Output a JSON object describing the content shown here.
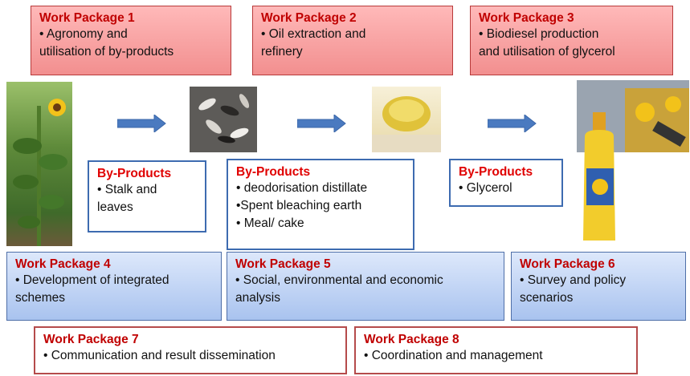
{
  "work_packages": {
    "wp1": {
      "title": "Work Package 1",
      "body": "• Agronomy and\nutilisation of by-products"
    },
    "wp2": {
      "title": "Work Package 2",
      "body": "• Oil extraction and\nrefinery"
    },
    "wp3": {
      "title": "Work Package 3",
      "body": "• Biodiesel production\nand utilisation of glycerol"
    },
    "wp4": {
      "title": "Work Package 4",
      "body": "• Development of integrated\nschemes"
    },
    "wp5": {
      "title": "Work Package 5",
      "body": "• Social, environmental and economic\nanalysis"
    },
    "wp6": {
      "title": "Work Package 6",
      "body": "• Survey and policy\nscenarios"
    },
    "wp7": {
      "title": "Work Package 7",
      "body": "• Communication and result dissemination"
    },
    "wp8": {
      "title": "Work Package 8",
      "body": "• Coordination and management"
    }
  },
  "by_products": {
    "bp1": {
      "title": "By-Products",
      "body": "• Stalk and\nleaves"
    },
    "bp2": {
      "title": "By-Products",
      "body": "• deodorisation distillate\n•Spent bleaching earth\n• Meal/ cake"
    },
    "bp3": {
      "title": "By-Products",
      "body": "• Glycerol"
    }
  },
  "images": {
    "sunflower": "sunflower-plant",
    "seeds": "sunflower-seeds",
    "oil": "vegetable-oil-glass",
    "biodiesel": "sunflower-oil-bottle-and-fuel-pump"
  },
  "colors": {
    "wp_red_fill": "#f7a3a3",
    "wp_blue_fill": "#c2d5f5",
    "title_red": "#c00000",
    "arrow_blue": "#4a7ac0"
  }
}
